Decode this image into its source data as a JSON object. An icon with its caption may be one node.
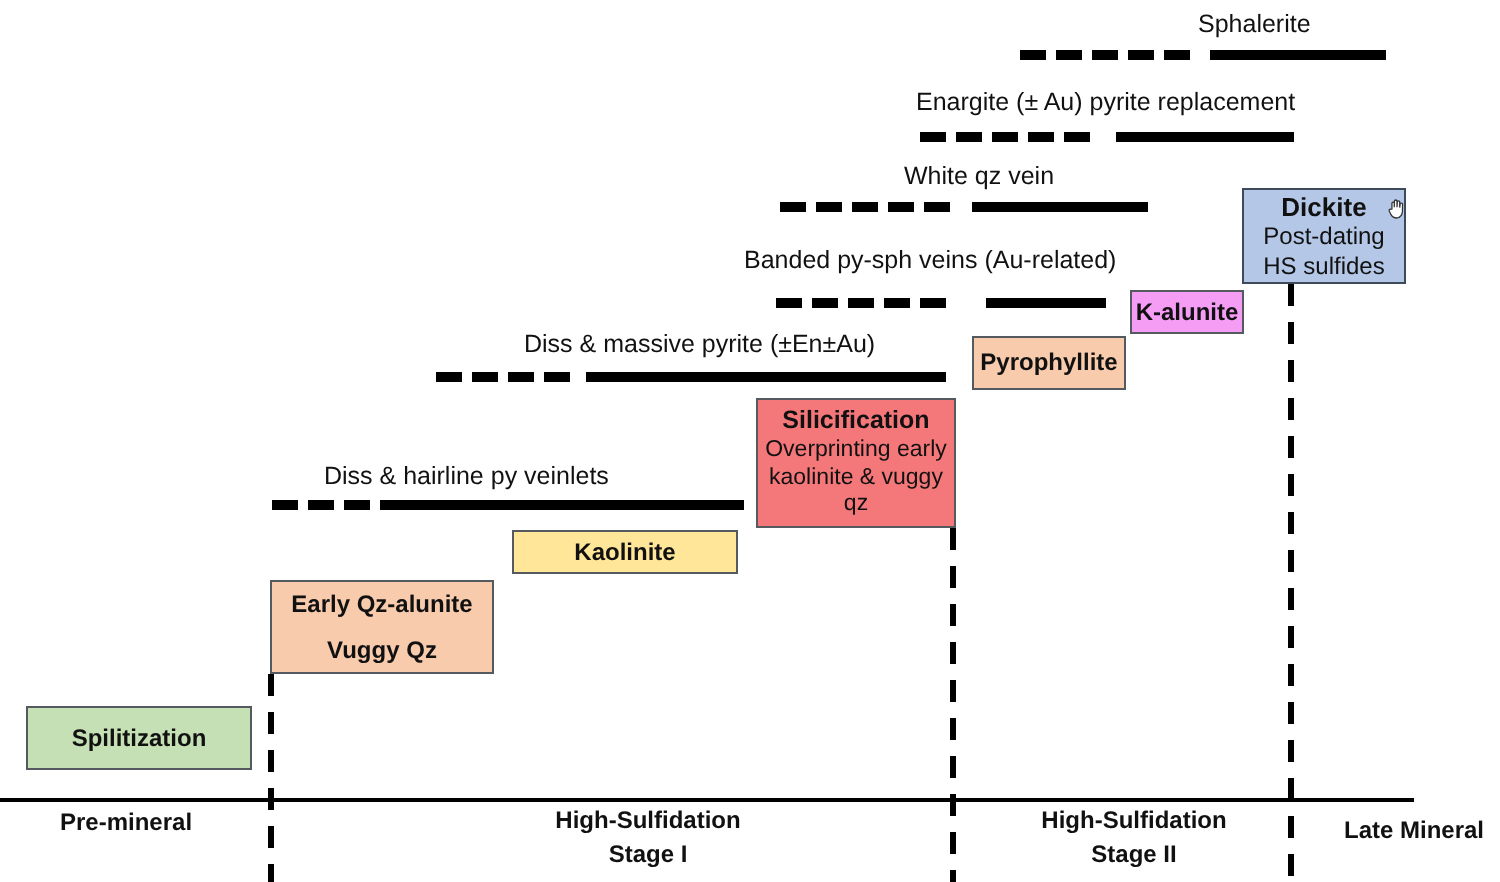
{
  "diagram": {
    "nodes": [
      {
        "text": [
          "Dickite",
          "Post-dating HS sulfides"
        ]
      },
      {
        "text": [
          "K-alunite"
        ]
      },
      {
        "text": [
          "Pyrophyllite"
        ]
      },
      {
        "text": [
          "Silicification",
          "Overprinting early kaolinite & vuggy qz"
        ]
      },
      {
        "text": [
          "Kaolinite"
        ]
      },
      {
        "text": [
          "Early Qz-alunite",
          "Vuggy Qz"
        ]
      },
      {
        "text": [
          "Spilitization"
        ]
      }
    ],
    "edges": [],
    "labels": [
      "Sphalerite",
      "Enargite (± Au) pyrite replacement",
      "White qz vein",
      "Banded py-sph veins (Au-related)",
      "Diss & massive pyrite (±En±Au)",
      "Diss & hairline py veinlets",
      "Pre-mineral",
      "High-Sulfidation Stage I",
      "High-Sulfidation Stage II",
      "Late Mineral"
    ]
  }
}
